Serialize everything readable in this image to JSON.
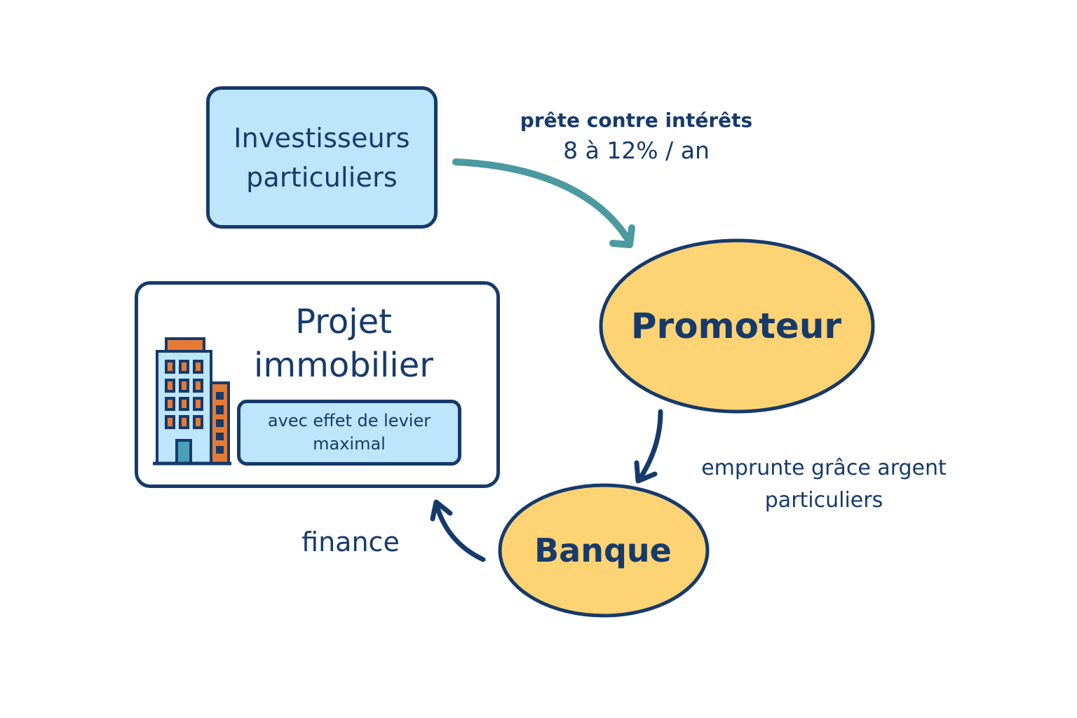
{
  "diagram": {
    "title": "Flux de financement immobilier via particuliers",
    "colors": {
      "outline": "#163a6b",
      "light_blue_fill": "#bde6fa",
      "yellow_fill": "#fdd373",
      "teal_arrow": "#4a9aa0",
      "orange_accent": "#e57a35",
      "door_teal": "#4aa0b8"
    },
    "nodes": {
      "investors": {
        "label_line1": "Investisseurs",
        "label_line2": "particuliers"
      },
      "promoter": {
        "label": "Promoteur"
      },
      "bank": {
        "label": "Banque"
      },
      "project": {
        "label_line1": "Projet",
        "label_line2": "immobilier",
        "sub_label_line1": "avec effet de levier",
        "sub_label_line2": "maximal",
        "icon": "building-icon"
      }
    },
    "edges": [
      {
        "from": "investors",
        "to": "promoter",
        "label_line1": "prête contre intérêts",
        "label_line2": "8 à 12% / an"
      },
      {
        "from": "promoter",
        "to": "bank",
        "label_line1": "emprunte grâce argent",
        "label_line2": "particuliers"
      },
      {
        "from": "bank",
        "to": "project",
        "label_line1": "finance"
      }
    ]
  }
}
